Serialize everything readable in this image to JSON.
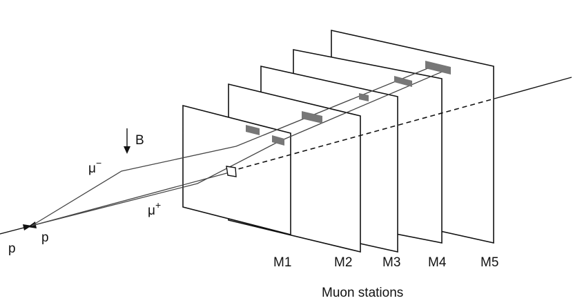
{
  "labels": {
    "proton_left": "p",
    "proton_right": "p",
    "field": "B",
    "mu_minus_base": "μ",
    "mu_minus_sign": "−",
    "mu_plus_base": "μ",
    "mu_plus_sign": "+"
  },
  "stations": [
    "M1",
    "M2",
    "M3",
    "M4",
    "M5"
  ],
  "caption": "Muon stations",
  "colors": {
    "stroke": "#111111",
    "track": "#444444",
    "hit": "#777777"
  }
}
